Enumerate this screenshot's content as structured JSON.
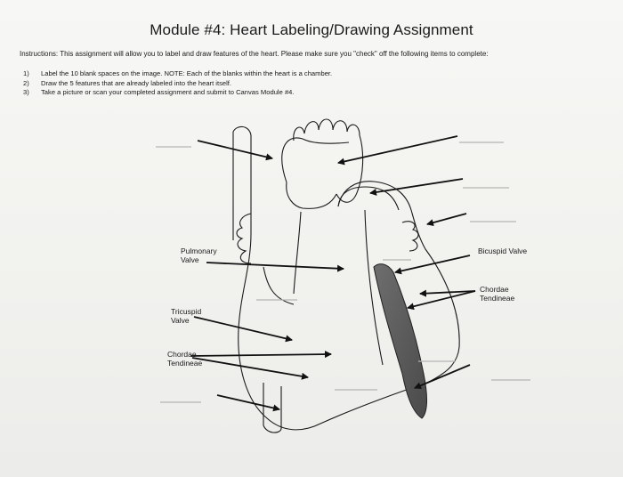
{
  "title": "Module #4: Heart Labeling/Drawing Assignment",
  "instructions": "Instructions: This assignment will allow you to label and draw features of the heart. Please make sure you \"check\" off the following items to complete:",
  "steps": [
    {
      "num": "1)",
      "text": "Label the 10 blank spaces on the image. NOTE: Each of the blanks within the heart is a chamber."
    },
    {
      "num": "2)",
      "text": "Draw the 5 features that are already labeled into the heart itself."
    },
    {
      "num": "3)",
      "text": "Take a picture or scan your completed assignment and submit to Canvas Module #4."
    }
  ],
  "labels": {
    "pulmonary_valve_1": "Pulmonary",
    "pulmonary_valve_2": "Valve",
    "tricuspid_valve_1": "Tricuspid",
    "tricuspid_valve_2": "Valve",
    "chordae_left_1": "Chordae",
    "chordae_left_2": "Tendineae",
    "bicuspid_valve": "Bicuspid Valve",
    "chordae_right_1": "Chordae",
    "chordae_right_2": "Tendineae"
  }
}
